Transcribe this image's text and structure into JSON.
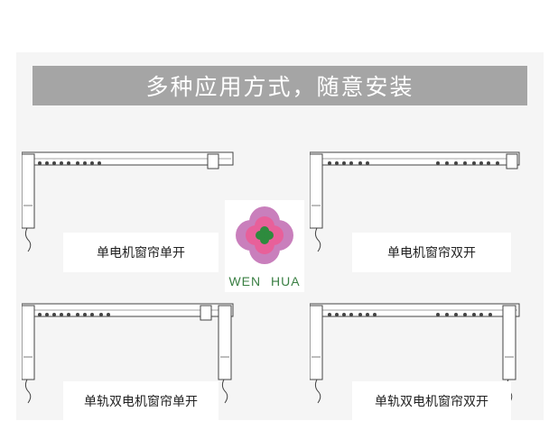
{
  "banner": {
    "title": "多种应用方式，随意安装"
  },
  "cards": [
    {
      "label": "单电机窗帘单开"
    },
    {
      "label": "单电机窗帘双开"
    },
    {
      "label": "单轨双电机窗帘单开"
    },
    {
      "label": "单轨双电机窗帘双开"
    }
  ],
  "logo": {
    "text": "WEN  HUA",
    "icon": "flower-logo-icon"
  },
  "colors": {
    "banner": "#a5a5a5",
    "panel": "#f5f5f5",
    "logo_outer": "#c97fbc",
    "logo_mid": "#e8609a",
    "logo_center": "#2e8b3e"
  }
}
